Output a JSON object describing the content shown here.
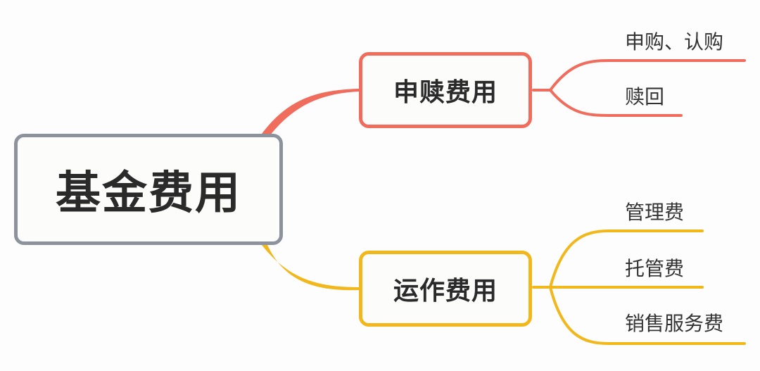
{
  "root": {
    "label": "基金费用"
  },
  "branches": [
    {
      "label": "申赎费用",
      "color": "#f06d5e",
      "leaves": [
        "申购、认购",
        "赎回"
      ]
    },
    {
      "label": "运作费用",
      "color": "#f2b71b",
      "leaves": [
        "管理费",
        "托管费",
        "销售服务费"
      ]
    }
  ],
  "colors": {
    "root_border": "#8c939c",
    "branch_1": "#f06d5e",
    "branch_2": "#f2b71b"
  }
}
